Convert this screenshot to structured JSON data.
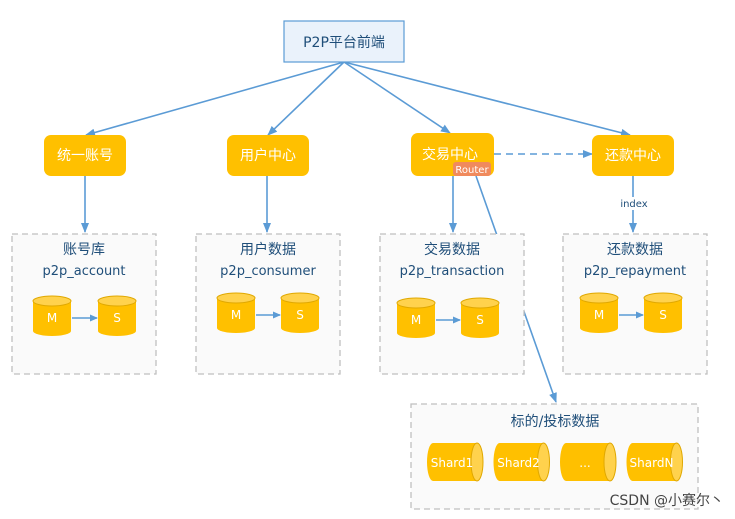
{
  "frontend": {
    "label": "P2P平台前端"
  },
  "services": {
    "account": "统一账号",
    "user": "用户中心",
    "transaction": "交易中心",
    "repayment": "还款中心"
  },
  "router_badge": "Router",
  "index_label": "index",
  "databases": {
    "account": {
      "title": "账号库",
      "name": "p2p_account",
      "master": "M",
      "slave": "S"
    },
    "consumer": {
      "title": "用户数据",
      "name": "p2p_consumer",
      "master": "M",
      "slave": "S"
    },
    "transaction": {
      "title": "交易数据",
      "name": "p2p_transaction",
      "master": "M",
      "slave": "S"
    },
    "repayment": {
      "title": "还款数据",
      "name": "p2p_repayment",
      "master": "M",
      "slave": "S"
    }
  },
  "shards": {
    "title": "标的/投标数据",
    "items": [
      "Shard1",
      "Shard2",
      "...",
      "ShardN"
    ]
  },
  "watermark": "CSDN @小赛尔丶",
  "colors": {
    "service_fill": "#FFC000",
    "frontend_fill": "#EAF2FB",
    "frontend_border": "#5B9BD5",
    "arrow": "#5B9BD5",
    "group_border": "#BFBFBF",
    "group_fill": "#FAFAFA",
    "router_fill": "#F08A5D",
    "text_dark": "#1F4E79"
  }
}
